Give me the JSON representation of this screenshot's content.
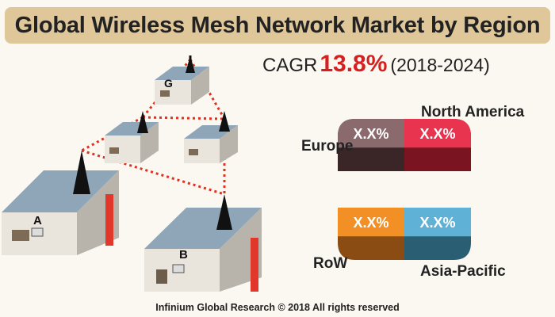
{
  "title": "Global Wireless Mesh Network Market by Region",
  "cagr": {
    "label": "CAGR",
    "value": "13.8%",
    "period": "(2018-2024)"
  },
  "nodes": {
    "top": "G",
    "left": "A",
    "bottom": "B"
  },
  "chart_data": {
    "type": "pie",
    "slices": [
      {
        "name": "North America",
        "value_label": "X.X%",
        "color": "#e8344e",
        "side_color": "#7a1420"
      },
      {
        "name": "Asia-Pacific",
        "value_label": "X.X%",
        "color": "#5fb1d6",
        "side_color": "#2a5e73"
      },
      {
        "name": "RoW",
        "value_label": "X.X%",
        "color": "#f29025",
        "side_color": "#8a4c12"
      },
      {
        "name": "Europe",
        "value_label": "X.X%",
        "color": "#8a6a6c",
        "side_color": "#3a2626"
      }
    ]
  },
  "footer": "Infinium Global Research © 2018 All rights reserved"
}
